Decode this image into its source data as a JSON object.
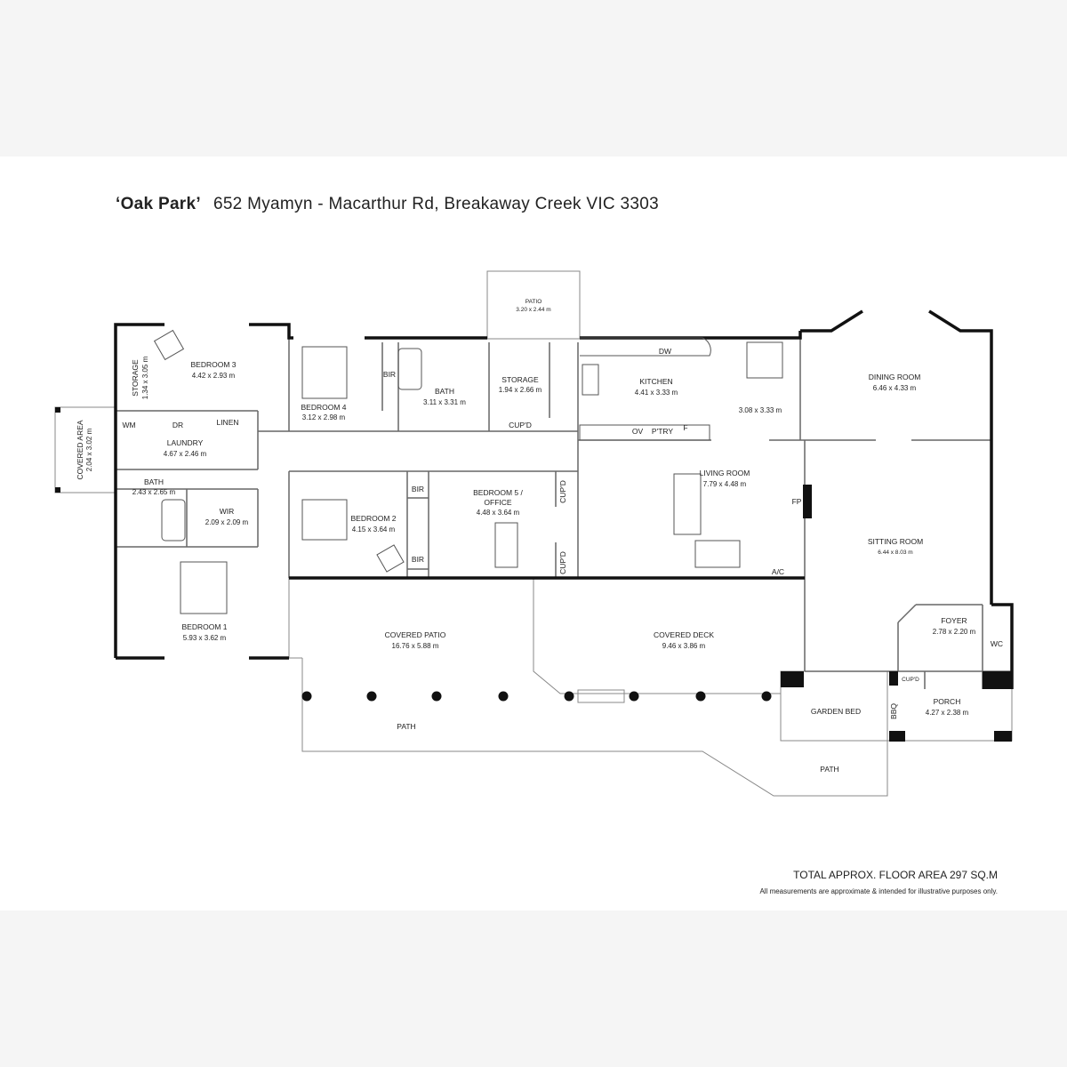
{
  "header": {
    "property_name": "‘Oak Park’",
    "address": "652 Myamyn - Macarthur Rd,  Breakaway Creek  VIC 3303"
  },
  "rooms": {
    "patio_top": {
      "name": "PATIO",
      "dims": "3.20 x 2.44 m"
    },
    "bedroom3": {
      "name": "BEDROOM 3",
      "dims": "4.42 x 2.93 m"
    },
    "storage_left": {
      "name": "STORAGE",
      "dims": "1.34 x 3.05 m"
    },
    "covered_area": {
      "name": "COVERED AREA",
      "dims": "2.04 x 3.02 m"
    },
    "bedroom4": {
      "name": "BEDROOM 4",
      "dims": "3.12 x 2.98 m"
    },
    "bath_main": {
      "name": "BATH",
      "dims": "3.11 x 3.31 m"
    },
    "storage_mid": {
      "name": "STORAGE",
      "dims": "1.94 x 2.66 m"
    },
    "kitchen": {
      "name": "KITCHEN",
      "dims": "4.41 x 3.33 m"
    },
    "meals": {
      "dims": "3.08 x 3.33 m"
    },
    "dining": {
      "name": "DINING ROOM",
      "dims": "6.46 x 4.33 m"
    },
    "laundry": {
      "name": "LAUNDRY",
      "dims": "4.67 x 2.46 m"
    },
    "bath_ensuite": {
      "name": "BATH",
      "dims": "2.43 x 2.65 m"
    },
    "wir": {
      "name": "WIR",
      "dims": "2.09 x 2.09 m"
    },
    "bedroom2": {
      "name": "BEDROOM 2",
      "dims": "4.15 x 3.64 m"
    },
    "bedroom5_line1": "BEDROOM 5 /",
    "bedroom5_line2": "OFFICE",
    "bedroom5_dims": "4.48 x 3.64 m",
    "living": {
      "name": "LIVING ROOM",
      "dims": "7.79 x 4.48 m"
    },
    "sitting": {
      "name": "SITTING ROOM",
      "dims": "6.44 x 8.03 m"
    },
    "bedroom1": {
      "name": "BEDROOM 1",
      "dims": "5.93 x 3.62 m"
    },
    "covered_patio": {
      "name": "COVERED PATIO",
      "dims": "16.76 x 5.88 m"
    },
    "covered_deck": {
      "name": "COVERED DECK",
      "dims": "9.46 x 3.86 m"
    },
    "foyer": {
      "name": "FOYER",
      "dims": "2.78 x 2.20 m"
    },
    "porch": {
      "name": "PORCH",
      "dims": "4.27 x 2.38 m"
    },
    "garden_bed": {
      "name": "GARDEN BED"
    },
    "path_left": {
      "name": "PATH"
    },
    "path_right": {
      "name": "PATH"
    }
  },
  "fixtures": {
    "wm": "WM",
    "dr": "DR",
    "linen": "LINEN",
    "bir": "BIR",
    "cupd": "CUP'D",
    "dw": "DW",
    "ov": "OV",
    "ptry": "P'TRY",
    "f": "F",
    "fp": "FP",
    "ac": "A/C",
    "wc": "WC",
    "bbq": "BBQ"
  },
  "footer": {
    "total_area": "TOTAL APPROX. FLOOR AREA 297 SQ.M",
    "disclaimer": "All measurements are approximate & intended for illustrative purposes only."
  }
}
